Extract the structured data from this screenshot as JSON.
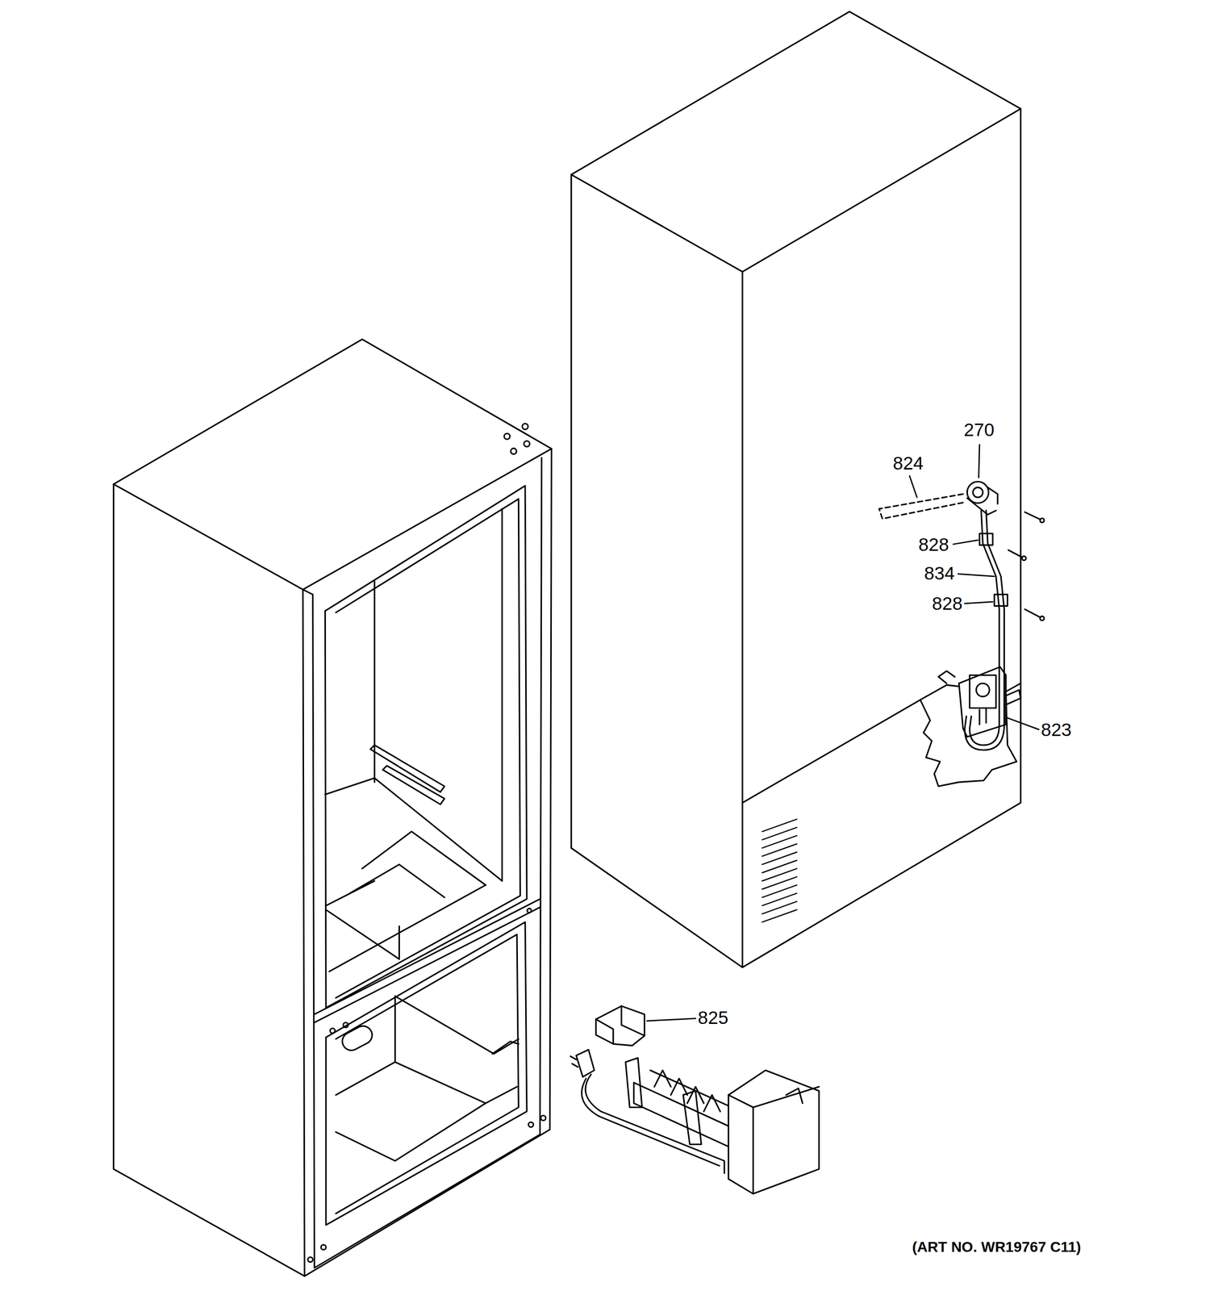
{
  "diagram": {
    "labels": [
      "270",
      "824",
      "828",
      "834",
      "828",
      "823",
      "825",
      "(ART NO. WR19767 C11)"
    ]
  }
}
